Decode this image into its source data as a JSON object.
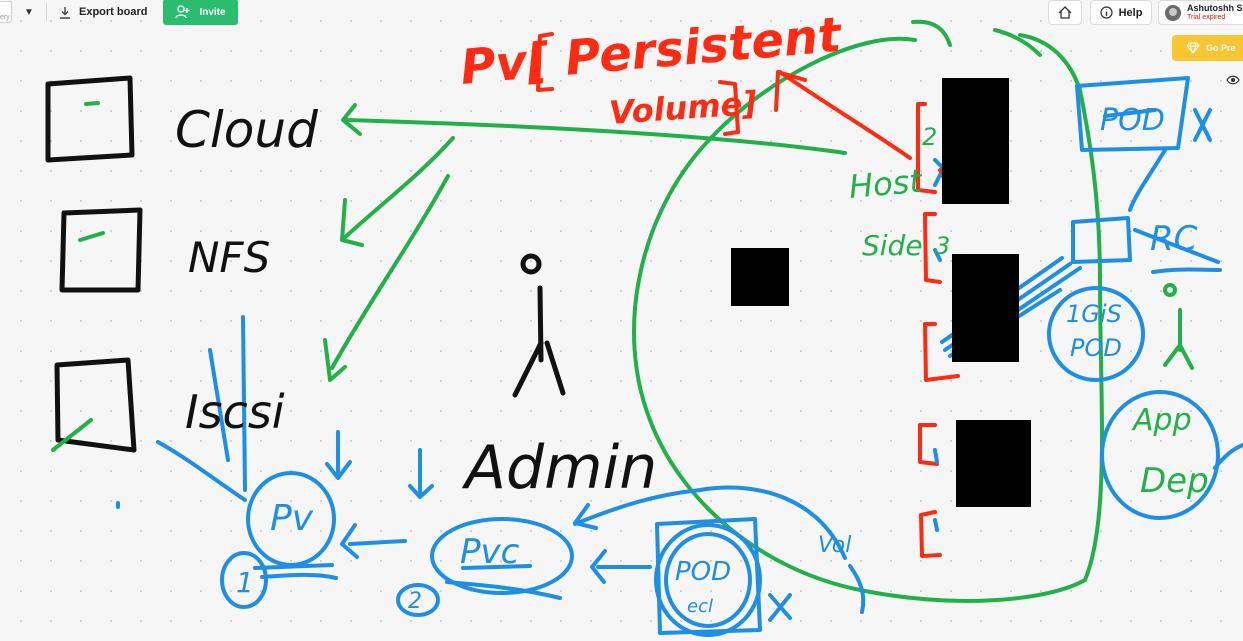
{
  "toolbar": {
    "export_label": "Export board",
    "invite_label": "Invite",
    "help_label": "Help",
    "fragment_text": "ery"
  },
  "user": {
    "name": "Ashutoshh Si",
    "status": "Trial expired",
    "status_color": "#d81b1b"
  },
  "upgrade": {
    "label": "Go Pre"
  },
  "board": {
    "red_title_line1": "Pv[ Persistent",
    "red_title_line2": "Volume]",
    "left_labels": [
      "Cloud",
      "NFS",
      "Iscsi"
    ],
    "admin_label": "Admin",
    "pv_label": "Pv",
    "pvc_label": "Pvc",
    "pod_label": "POD",
    "pod_sub": "ecl",
    "vol_label": "Vol",
    "host_label": "Host",
    "side_label": "Side",
    "pod_right_label": "POD",
    "rc_label": "RC",
    "circle_top": "1GiS",
    "circle_bottom": "POD",
    "app_top": "App",
    "app_bottom": "Dep",
    "slot_digits": [
      "2",
      "3"
    ],
    "num_one": "1",
    "num_two": "2"
  },
  "colors": {
    "red": "#ff2a12",
    "green": "#22b04a",
    "blue": "#1e8fe6",
    "invite": "#2bbd6e",
    "upgrade": "#f8c533"
  },
  "icons": [
    "download-icon",
    "add-user-icon",
    "home-icon",
    "info-icon",
    "diamond-icon",
    "eye-icon",
    "caret-down-icon"
  ]
}
